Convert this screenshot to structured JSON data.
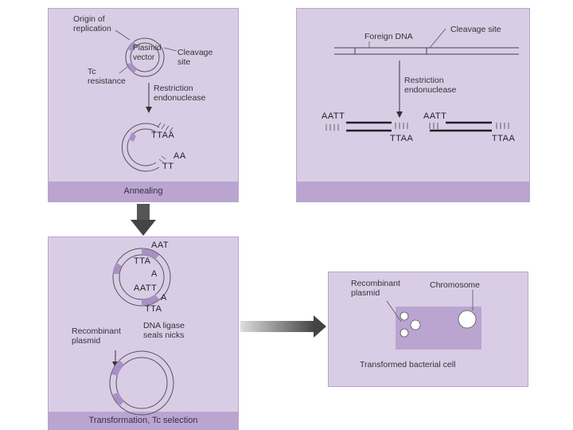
{
  "panel1": {
    "origin_label": "Origin of\nreplication",
    "plasmid_label": "Plasmid\nvector",
    "cleavage_label": "Cleavage\nsite",
    "resistance_label": "Tc\nresistance",
    "enzyme_label": "Restriction\nendonuclease",
    "sticky_top": "TTAA",
    "sticky_bottom": "AA",
    "sticky_bottom2": "TT",
    "footer": "Annealing"
  },
  "panel2": {
    "cleavage_label": "Cleavage site",
    "foreign_label": "Foreign DNA",
    "enzyme_label": "Restriction\nendonuclease",
    "aatt_left": "AATT",
    "ttaa_mid": "TTAA",
    "aatt_right": "AATT",
    "ttaa_right": "TTAA"
  },
  "panel3": {
    "seq_a": "AAT",
    "seq_b": "TTA",
    "seq_c": "A",
    "seq_d": "AATT",
    "seq_e": "TTA",
    "seq_f": "A",
    "ligase_label": "DNA ligase\nseals nicks",
    "recombinant_label": "Recombinant\nplasmid",
    "footer": "Transformation, Tc selection"
  },
  "panel4": {
    "recombinant_label": "Recombinant\nplasmid",
    "chromosome_label": "Chromosome",
    "caption": "Transformed bacterial cell"
  },
  "colors": {
    "panel": "#d9cde6",
    "panel_bar": "#b9a5cf",
    "plasmid_ring": "#f2eef7",
    "insert": "#a98fc6"
  }
}
